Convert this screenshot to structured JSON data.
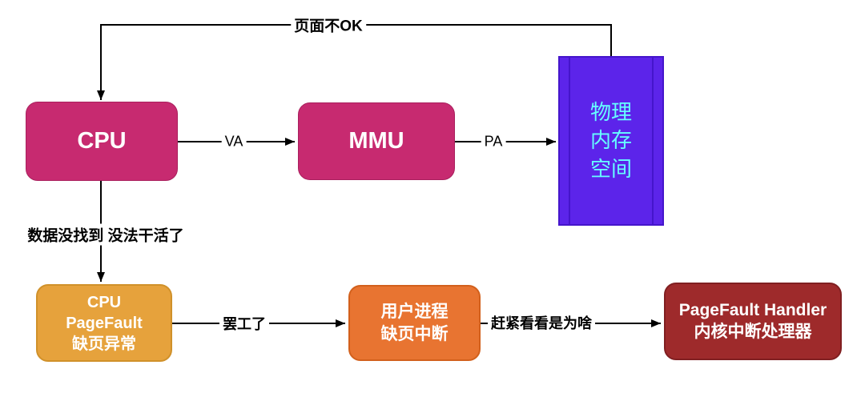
{
  "diagram": {
    "background_color": "#FFFFFF",
    "line_color": "#000000",
    "nodes": {
      "cpu": {
        "label": "CPU",
        "fill": "#C72A70",
        "text_color": "#FFFFFF"
      },
      "mmu": {
        "label": "MMU",
        "fill": "#C72A70",
        "text_color": "#FFFFFF"
      },
      "physical_memory": {
        "shape": "process",
        "lines": [
          "物理",
          "内存",
          "空间"
        ],
        "fill": "#5C24EA",
        "text_color": "#66FFFF"
      },
      "cpu_pagefault": {
        "lines": [
          "CPU",
          "PageFault",
          "缺页异常"
        ],
        "fill": "#E6A23C",
        "text_color": "#FFFFFF"
      },
      "user_process_fault": {
        "lines": [
          "用户进程",
          "缺页中断"
        ],
        "fill": "#E87431",
        "text_color": "#FFFFFF"
      },
      "pagefault_handler": {
        "lines": [
          "PageFault Handler",
          "内核中断处理器"
        ],
        "fill": "#9E2A2B",
        "text_color": "#FFFFFF"
      }
    },
    "edges": {
      "page_not_ok": {
        "label": "页面不OK",
        "from": "physical_memory",
        "to": "cpu"
      },
      "va": {
        "label": "VA",
        "from": "cpu",
        "to": "mmu"
      },
      "pa": {
        "label": "PA",
        "from": "mmu",
        "to": "physical_memory"
      },
      "data_not_found": {
        "label": "数据没找到 没法干活了",
        "from": "cpu",
        "to": "cpu_pagefault"
      },
      "strike": {
        "label": "罢工了",
        "from": "cpu_pagefault",
        "to": "user_process_fault"
      },
      "check_reason": {
        "label": "赶紧看看是为啥",
        "from": "user_process_fault",
        "to": "pagefault_handler"
      }
    }
  }
}
